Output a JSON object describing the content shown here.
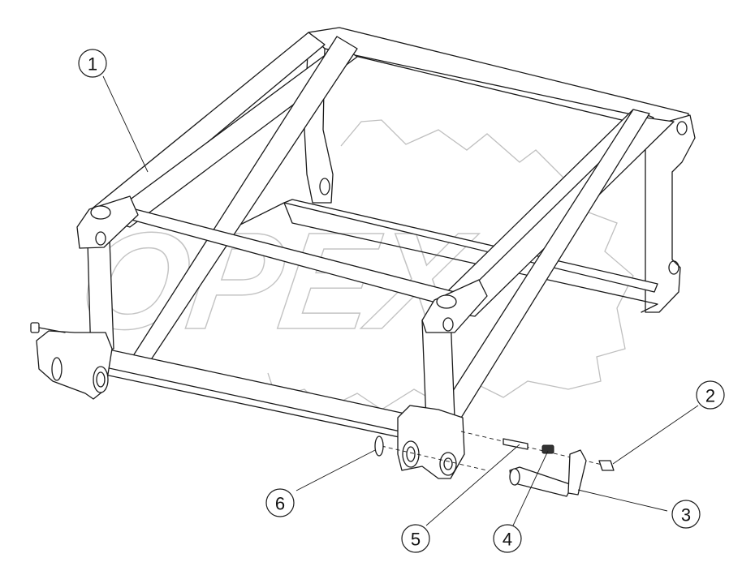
{
  "watermark": {
    "text": "OPEX"
  },
  "header_mark": "",
  "callouts": [
    {
      "id": "1",
      "label": "1"
    },
    {
      "id": "2",
      "label": "2"
    },
    {
      "id": "3",
      "label": "3"
    },
    {
      "id": "4",
      "label": "4"
    },
    {
      "id": "5",
      "label": "5"
    },
    {
      "id": "6",
      "label": "6"
    }
  ]
}
